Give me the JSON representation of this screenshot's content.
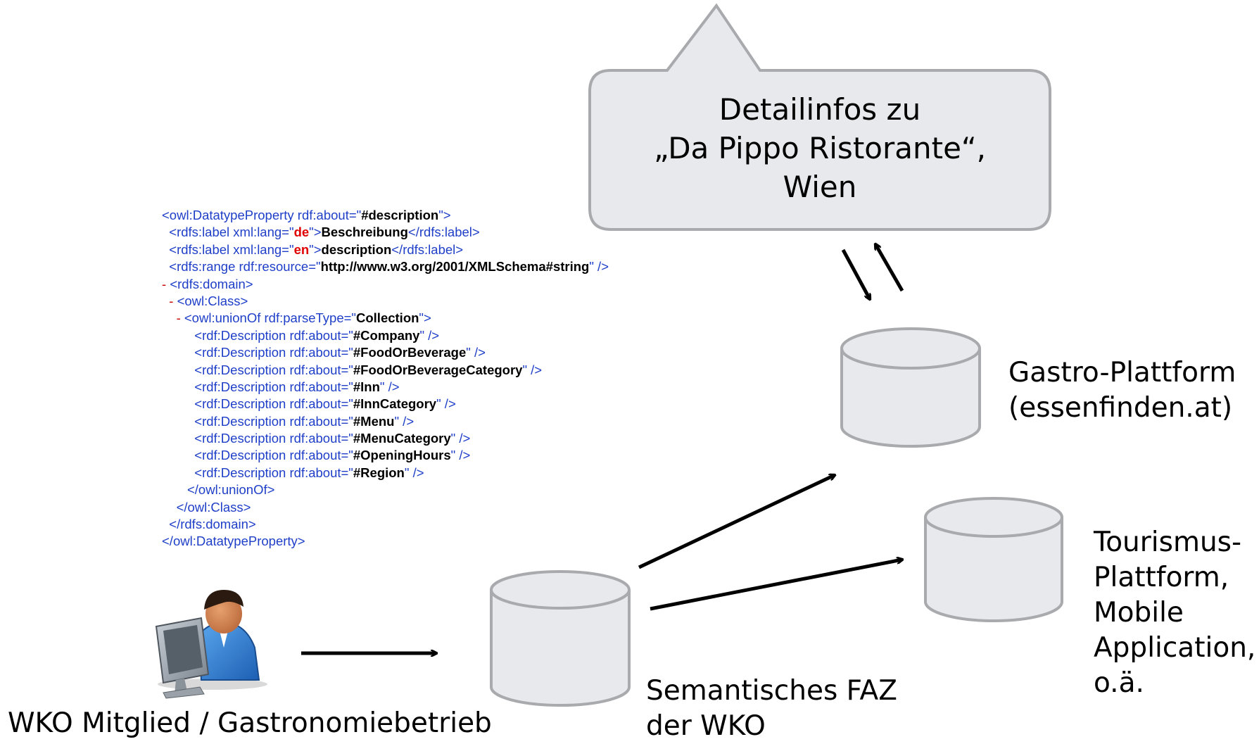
{
  "callout": {
    "line1": "Detailinfos zu",
    "line2": "„Da Pippo Ristorante“,",
    "line3": "Wien"
  },
  "xml_code": {
    "lines": [
      {
        "indent": "",
        "parts": [
          [
            "t",
            "<owl:DatatypeProperty rdf:about=\""
          ],
          [
            "b",
            "#description"
          ],
          [
            "t",
            "\">"
          ]
        ]
      },
      {
        "indent": "  ",
        "parts": [
          [
            "t",
            "<rdfs:label xml:lang=\""
          ],
          [
            "r",
            "de"
          ],
          [
            "t",
            "\">"
          ],
          [
            "b",
            "Beschreibung"
          ],
          [
            "t",
            "</rdfs:label>"
          ]
        ]
      },
      {
        "indent": "  ",
        "parts": [
          [
            "t",
            "<rdfs:label xml:lang=\""
          ],
          [
            "r",
            "en"
          ],
          [
            "t",
            "\">"
          ],
          [
            "b",
            "description"
          ],
          [
            "t",
            "</rdfs:label>"
          ]
        ]
      },
      {
        "indent": "  ",
        "parts": [
          [
            "t",
            "<rdfs:range rdf:resource=\""
          ],
          [
            "b",
            "http://www.w3.org/2001/XMLSchema#string"
          ],
          [
            "t",
            "\" />"
          ]
        ]
      },
      {
        "indent": "",
        "parts": [
          [
            "m",
            "- "
          ],
          [
            "t",
            "<rdfs:domain>"
          ]
        ]
      },
      {
        "indent": "  ",
        "parts": [
          [
            "m",
            "- "
          ],
          [
            "t",
            "<owl:Class>"
          ]
        ]
      },
      {
        "indent": "    ",
        "parts": [
          [
            "m",
            "- "
          ],
          [
            "t",
            "<owl:unionOf rdf:parseType=\""
          ],
          [
            "b",
            "Collection"
          ],
          [
            "t",
            "\">"
          ]
        ]
      },
      {
        "indent": "         ",
        "parts": [
          [
            "t",
            "<rdf:Description rdf:about=\""
          ],
          [
            "b",
            "#Company"
          ],
          [
            "t",
            "\" />"
          ]
        ]
      },
      {
        "indent": "         ",
        "parts": [
          [
            "t",
            "<rdf:Description rdf:about=\""
          ],
          [
            "b",
            "#FoodOrBeverage"
          ],
          [
            "t",
            "\" />"
          ]
        ]
      },
      {
        "indent": "         ",
        "parts": [
          [
            "t",
            "<rdf:Description rdf:about=\""
          ],
          [
            "b",
            "#FoodOrBeverageCategory"
          ],
          [
            "t",
            "\" />"
          ]
        ]
      },
      {
        "indent": "         ",
        "parts": [
          [
            "t",
            "<rdf:Description rdf:about=\""
          ],
          [
            "b",
            "#Inn"
          ],
          [
            "t",
            "\" />"
          ]
        ]
      },
      {
        "indent": "         ",
        "parts": [
          [
            "t",
            "<rdf:Description rdf:about=\""
          ],
          [
            "b",
            "#InnCategory"
          ],
          [
            "t",
            "\" />"
          ]
        ]
      },
      {
        "indent": "         ",
        "parts": [
          [
            "t",
            "<rdf:Description rdf:about=\""
          ],
          [
            "b",
            "#Menu"
          ],
          [
            "t",
            "\" />"
          ]
        ]
      },
      {
        "indent": "         ",
        "parts": [
          [
            "t",
            "<rdf:Description rdf:about=\""
          ],
          [
            "b",
            "#MenuCategory"
          ],
          [
            "t",
            "\" />"
          ]
        ]
      },
      {
        "indent": "         ",
        "parts": [
          [
            "t",
            "<rdf:Description rdf:about=\""
          ],
          [
            "b",
            "#OpeningHours"
          ],
          [
            "t",
            "\" />"
          ]
        ]
      },
      {
        "indent": "         ",
        "parts": [
          [
            "t",
            "<rdf:Description rdf:about=\""
          ],
          [
            "b",
            "#Region"
          ],
          [
            "t",
            "\" />"
          ]
        ]
      },
      {
        "indent": "       ",
        "parts": [
          [
            "t",
            "</owl:unionOf>"
          ]
        ]
      },
      {
        "indent": "    ",
        "parts": [
          [
            "t",
            "</owl:Class>"
          ]
        ]
      },
      {
        "indent": "  ",
        "parts": [
          [
            "t",
            "</rdfs:domain>"
          ]
        ]
      },
      {
        "indent": "",
        "parts": [
          [
            "t",
            "</owl:DatatypeProperty>"
          ]
        ]
      }
    ]
  },
  "nodes": {
    "gastro": {
      "line1": "Gastro-Plattform",
      "line2": "(essenfinden.at)"
    },
    "tourismus": {
      "line1": "Tourismus-",
      "line2": "Plattform,",
      "line3": "Mobile",
      "line4": "Application,",
      "line5": "o.ä."
    },
    "faz": {
      "line1": "Semantisches FAZ",
      "line2": "der WKO"
    },
    "member": {
      "label": "WKO Mitglied / Gastronomiebetrieb"
    }
  },
  "icons": {
    "member": "person-at-computer-icon"
  },
  "colors": {
    "xml_tag": "#1f3fc8",
    "xml_value": "#000000",
    "xml_lang": "#e00000",
    "callout_fill": "#e8e9ec",
    "cylinder_fill": "#e8e9ec",
    "cylinder_stroke": "#a9aaad"
  }
}
